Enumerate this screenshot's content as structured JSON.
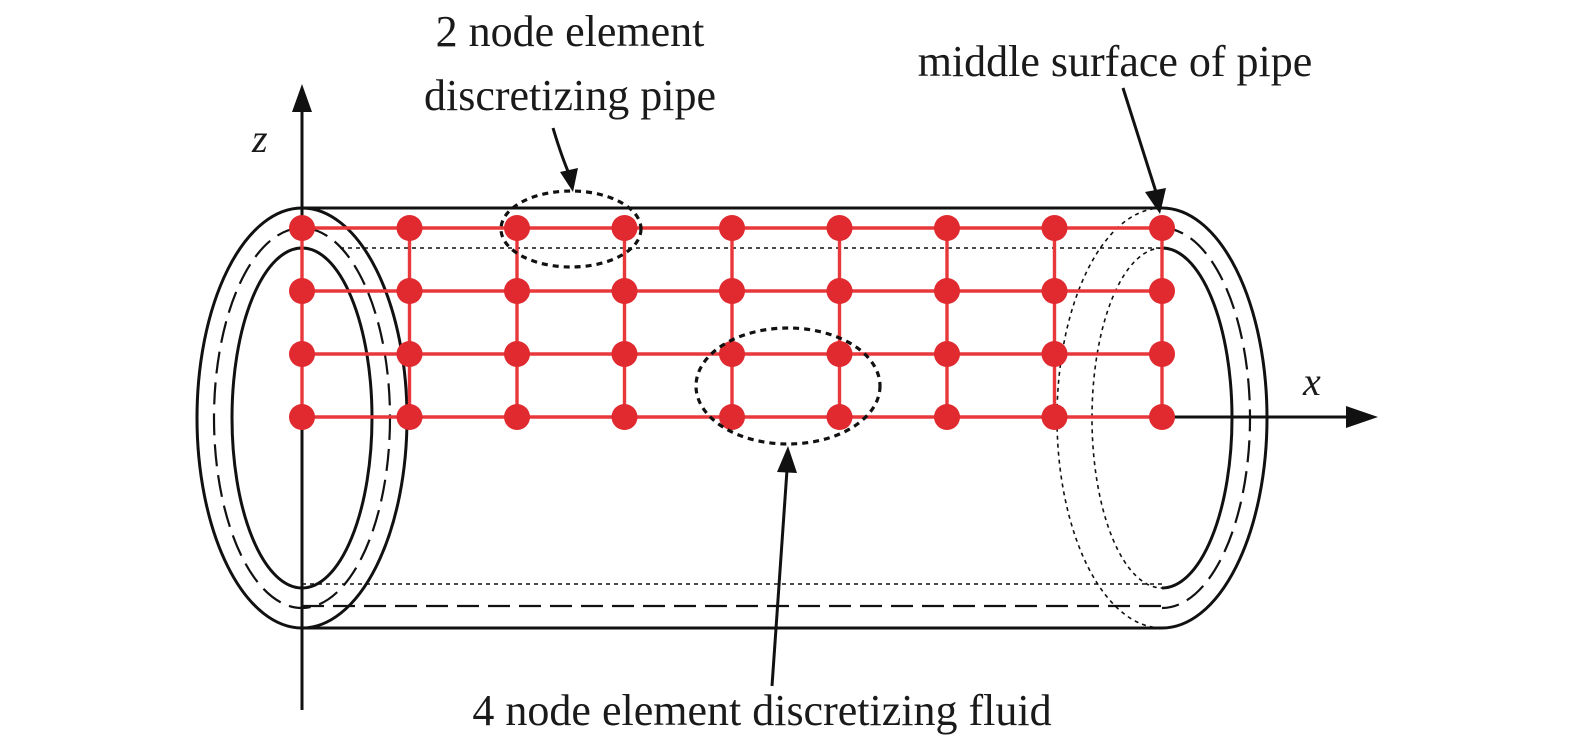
{
  "labels": {
    "pipe_element_line1": "2 node element",
    "pipe_element_line2": "discretizing pipe",
    "middle_surface": "middle surface of pipe",
    "fluid_element": "4 node element discretizing fluid"
  },
  "axes": {
    "z": "z",
    "x": "x"
  },
  "colors": {
    "mesh": "#e8383b",
    "node": "#e02a2f",
    "outline": "#111111"
  },
  "mesh": {
    "columns": 9,
    "rows": 4
  }
}
